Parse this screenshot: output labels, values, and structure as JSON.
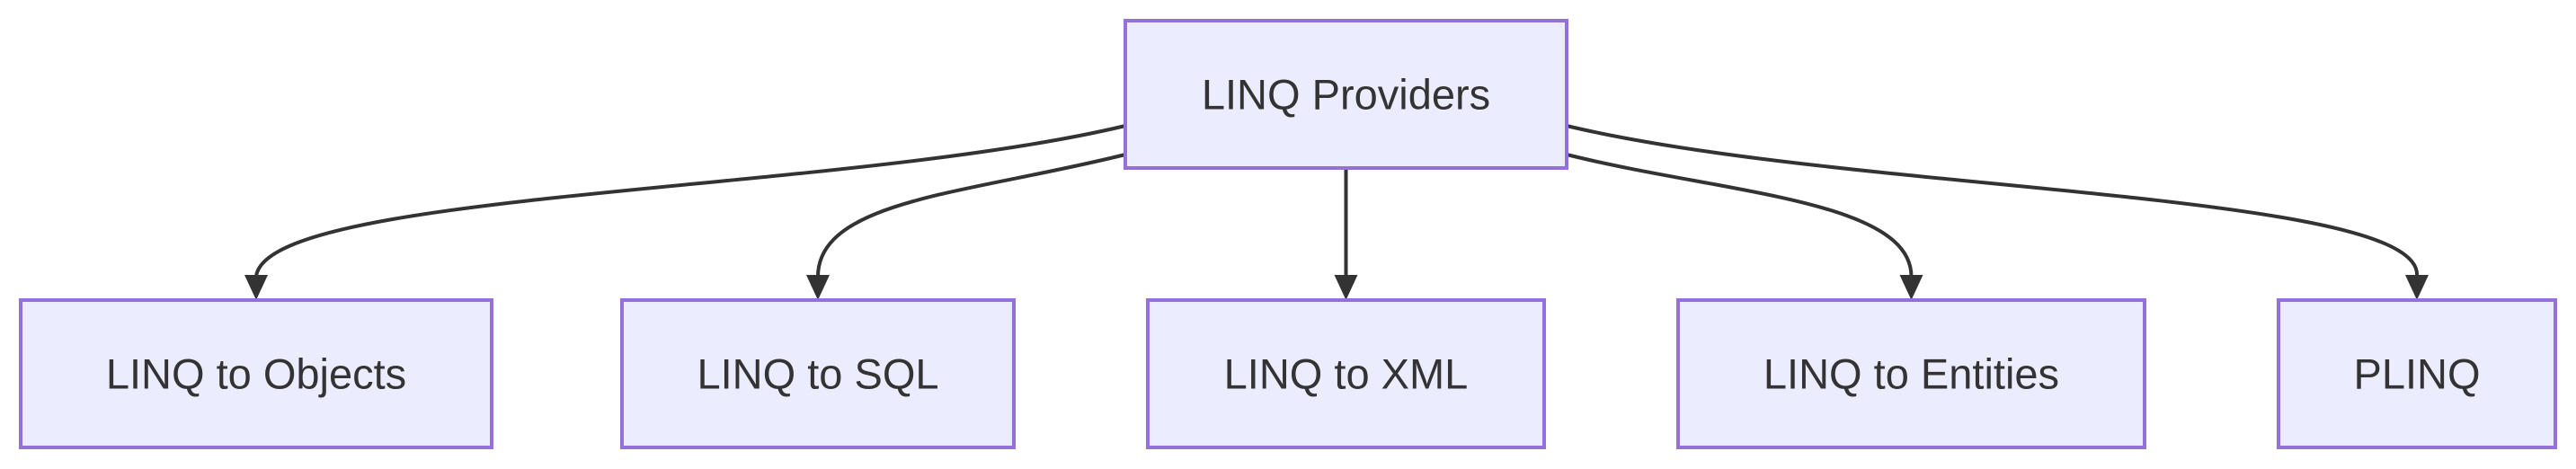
{
  "diagram": {
    "type": "flowchart-top-down",
    "background": "#ffffff",
    "root": {
      "label": "LINQ Providers"
    },
    "children": [
      {
        "label": "LINQ to Objects"
      },
      {
        "label": "LINQ to SQL"
      },
      {
        "label": "LINQ to XML"
      },
      {
        "label": "LINQ to Entities"
      },
      {
        "label": "PLINQ"
      }
    ],
    "edges": [
      {
        "from": "LINQ Providers",
        "to": "LINQ to Objects"
      },
      {
        "from": "LINQ Providers",
        "to": "LINQ to SQL"
      },
      {
        "from": "LINQ Providers",
        "to": "LINQ to XML"
      },
      {
        "from": "LINQ Providers",
        "to": "LINQ to Entities"
      },
      {
        "from": "LINQ Providers",
        "to": "PLINQ"
      }
    ],
    "colors": {
      "node_fill": "#ECECFF",
      "node_border": "#9370DB",
      "edge_line": "#333333",
      "label_text": "#333333"
    }
  }
}
